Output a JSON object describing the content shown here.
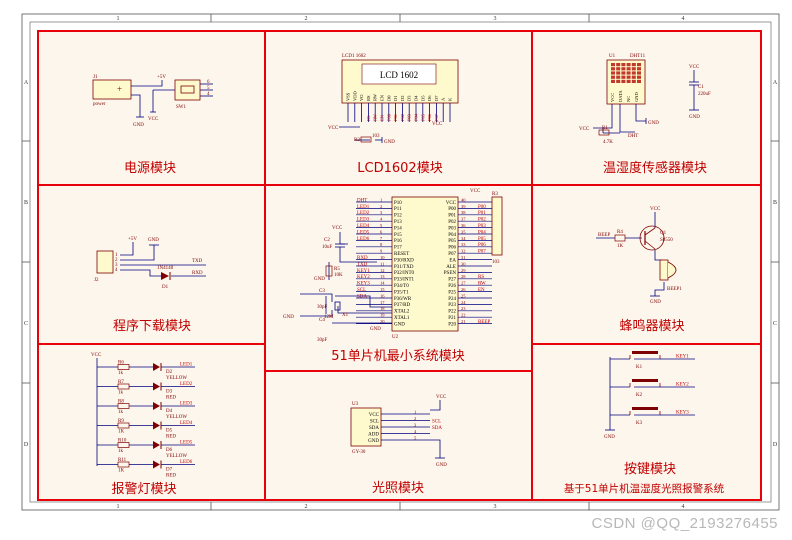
{
  "colors": {
    "border": "#e8000b",
    "fill": "#fdf6ec",
    "wire": "#00007f",
    "label": "#c00000",
    "part": "#7f0000",
    "chip": "#fffacd"
  },
  "frame": {
    "cols": [
      "1",
      "2",
      "3",
      "4"
    ],
    "rows": [
      "A",
      "B",
      "C",
      "D"
    ]
  },
  "modules": {
    "power": "电源模块",
    "lcd": "LCD1602模块",
    "dht": "温湿度传感器模块",
    "download": "程序下载模块",
    "mcu": "51单片机最小系统模块",
    "buzzer": "蜂鸣器模块",
    "alarm_led": "报警灯模块",
    "light": "光照模块",
    "keys": "按键模块"
  },
  "project_title": "基于51单片机温湿度光照报警系统",
  "watermark": "CSDN @QQ_2193276455",
  "power_section": {
    "ref_j": "J1",
    "j_name": "power",
    "plus": "+5V",
    "vcc": "VCC",
    "gnd": "GND",
    "sw": "SW1",
    "pins": [
      "6",
      "5",
      "4"
    ]
  },
  "lcd_section": {
    "ref": "LCD1 1602",
    "chip": "LCD 1602",
    "pins": [
      "VSS",
      "VDD",
      "VO",
      "RS",
      "RW",
      "EN",
      "D0",
      "D1",
      "D2",
      "D3",
      "D4",
      "D5",
      "D6",
      "D7",
      "A",
      "K"
    ],
    "signals": [
      "P00",
      "P01",
      "P02",
      "P03",
      "P04",
      "P05",
      "P06",
      "P07"
    ],
    "ctrl": [
      "RS",
      "RW",
      "EN"
    ],
    "vcc": "VCC",
    "gnd": "GND",
    "r": "R2",
    "r_val": "103"
  },
  "dht_section": {
    "ref": "U1",
    "chip": "DHT11",
    "pins": [
      "VCC",
      "DATA",
      "NC",
      "GND"
    ],
    "r": "R1",
    "r_val": "4.7K",
    "net": "DHT",
    "vcc": "VCC",
    "gnd": "GND",
    "cap": "C1",
    "cap_val": "220uF"
  },
  "download_section": {
    "plus": "+5V",
    "gnd": "GND",
    "ref_j": "J2",
    "pins": [
      "1",
      "2",
      "3",
      "4"
    ],
    "txd": "TXD",
    "rxd": "RXD",
    "diode": "1N4148",
    "diode_ref": "D1"
  },
  "mcu_section": {
    "chip_ref": "U2",
    "pack_ref": "R3",
    "pack_name": "103",
    "left_pins": [
      {
        "net": "DHT",
        "num": "1",
        "name": "P10"
      },
      {
        "net": "LED1",
        "num": "2",
        "name": "P11"
      },
      {
        "net": "LED2",
        "num": "3",
        "name": "P12"
      },
      {
        "net": "LED3",
        "num": "4",
        "name": "P13"
      },
      {
        "net": "LED4",
        "num": "5",
        "name": "P14"
      },
      {
        "net": "LED5",
        "num": "6",
        "name": "P15"
      },
      {
        "net": "LED6",
        "num": "7",
        "name": "P16"
      },
      {
        "net": "",
        "num": "8",
        "name": "P17"
      },
      {
        "net": "",
        "num": "9",
        "name": "RESET"
      },
      {
        "net": "RXD",
        "num": "10",
        "name": "P30/RXD"
      },
      {
        "net": "TXD",
        "num": "11",
        "name": "P31/TXD"
      },
      {
        "net": "KEY1",
        "num": "12",
        "name": "P32/INT0"
      },
      {
        "net": "KEY2",
        "num": "13",
        "name": "P33/INT1"
      },
      {
        "net": "KEY3",
        "num": "14",
        "name": "P34/T0"
      },
      {
        "net": "SCL",
        "num": "15",
        "name": "P35/T1"
      },
      {
        "net": "SDA",
        "num": "16",
        "name": "P36/WR"
      },
      {
        "net": "",
        "num": "17",
        "name": "P37/RD"
      },
      {
        "net": "",
        "num": "18",
        "name": "XTAL2"
      },
      {
        "net": "",
        "num": "19",
        "name": "XTAL1"
      },
      {
        "net": "",
        "num": "20",
        "name": "GND"
      }
    ],
    "right_pins": [
      {
        "name": "VCC",
        "num": "40",
        "net": ""
      },
      {
        "name": "P00",
        "num": "39",
        "net": "P00"
      },
      {
        "name": "P01",
        "num": "38",
        "net": "P01"
      },
      {
        "name": "P02",
        "num": "37",
        "net": "P02"
      },
      {
        "name": "P03",
        "num": "36",
        "net": "P03"
      },
      {
        "name": "P04",
        "num": "35",
        "net": "P04"
      },
      {
        "name": "P05",
        "num": "34",
        "net": "P05"
      },
      {
        "name": "P06",
        "num": "33",
        "net": "P06"
      },
      {
        "name": "P07",
        "num": "32",
        "net": "P07"
      },
      {
        "name": "EA",
        "num": "31",
        "net": ""
      },
      {
        "name": "ALE",
        "num": "30",
        "net": ""
      },
      {
        "name": "PSEN",
        "num": "29",
        "net": ""
      },
      {
        "name": "P27",
        "num": "28",
        "net": "RS"
      },
      {
        "name": "P26",
        "num": "27",
        "net": "RW"
      },
      {
        "name": "P25",
        "num": "26",
        "net": "EN"
      },
      {
        "name": "P24",
        "num": "25",
        "net": ""
      },
      {
        "name": "P23",
        "num": "24",
        "net": ""
      },
      {
        "name": "P22",
        "num": "23",
        "net": ""
      },
      {
        "name": "P21",
        "num": "22",
        "net": ""
      },
      {
        "name": "P20",
        "num": "21",
        "net": "BEEP"
      }
    ],
    "vcc": "VCC",
    "gnd": "GND",
    "c2": "C2",
    "c2_val": "10uF",
    "r5": "R5",
    "r5_val": "10K",
    "c3": "C3",
    "c3_val": "30pF",
    "c4": "C4",
    "c4_val": "30pF",
    "x1": "X1",
    "x1_val": "12M"
  },
  "buzzer_section": {
    "vcc": "VCC",
    "q": "Q1",
    "q_name": "S8550",
    "r": "R4",
    "r_val": "1K",
    "net": "BEEP",
    "gnd": "GND",
    "ref": "BEEP1"
  },
  "alarm_section": {
    "vcc": "VCC",
    "leds": [
      {
        "r": "R6",
        "r_val": "1k",
        "d": "D2",
        "color": "YELLOW",
        "net": "LED1"
      },
      {
        "r": "R7",
        "r_val": "1k",
        "d": "D3",
        "color": "RED",
        "net": "LED2"
      },
      {
        "r": "R8",
        "r_val": "1k",
        "d": "D4",
        "color": "YELLOW",
        "net": "LED3"
      },
      {
        "r": "R9",
        "r_val": "1K",
        "d": "D5",
        "color": "RED",
        "net": "LED4"
      },
      {
        "r": "R10",
        "r_val": "1k",
        "d": "D6",
        "color": "YELLOW",
        "net": "LED5"
      },
      {
        "r": "R11",
        "r_val": "1K",
        "d": "D7",
        "color": "RED",
        "net": "LED6"
      }
    ]
  },
  "light_section": {
    "ref": "U3",
    "chip": "GY-30",
    "pins": [
      "VCC",
      "SCL",
      "SDA",
      "ADD",
      "GND"
    ],
    "nums": [
      "1",
      "2",
      "3",
      "4",
      "5"
    ],
    "nets": [
      "",
      "SCL",
      "SDA",
      "",
      ""
    ],
    "vcc": "VCC",
    "gnd": "GND"
  },
  "keys_section": {
    "keys": [
      {
        "ref": "K1",
        "net": "KEY1"
      },
      {
        "ref": "K2",
        "net": "KEY2"
      },
      {
        "ref": "K3",
        "net": "KEY3"
      }
    ],
    "gnd": "GND"
  }
}
